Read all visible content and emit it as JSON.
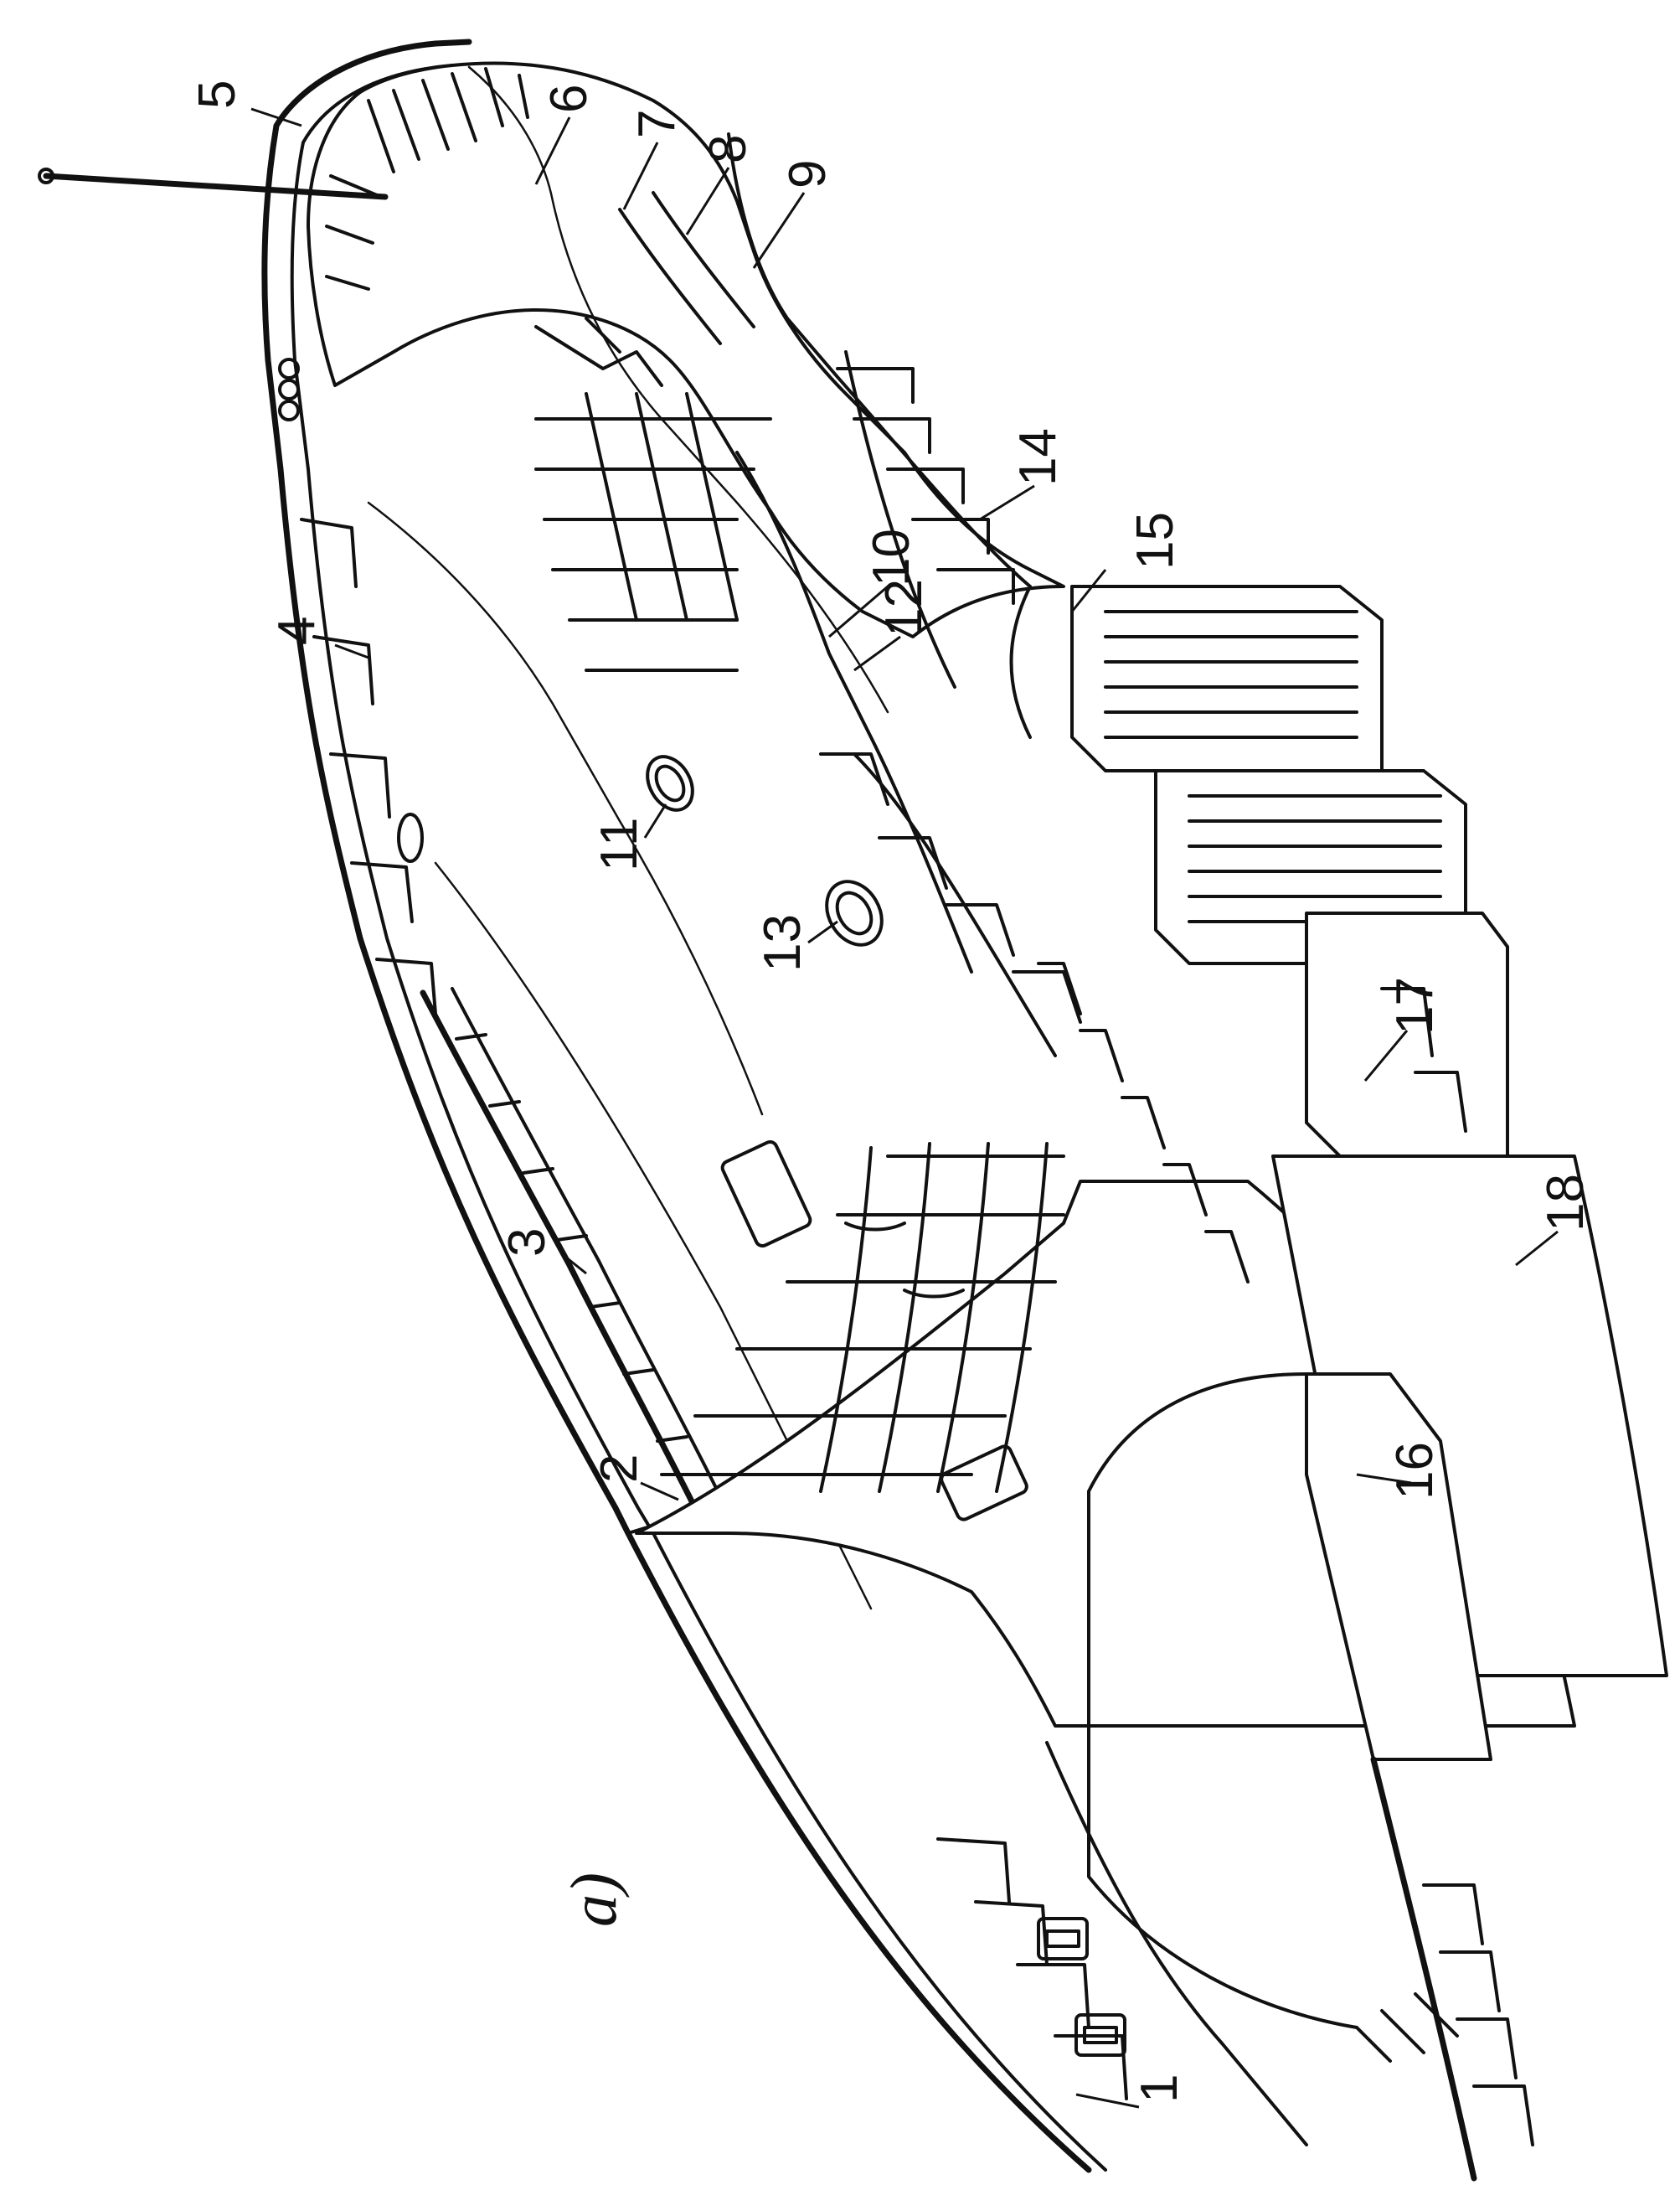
{
  "figure": {
    "sublabel": "a)",
    "callouts": [
      "1",
      "2",
      "3",
      "4",
      "5",
      "6",
      "7",
      "8",
      "9",
      "10",
      "11",
      "12",
      "13",
      "14",
      "15",
      "16",
      "17",
      "18"
    ]
  }
}
